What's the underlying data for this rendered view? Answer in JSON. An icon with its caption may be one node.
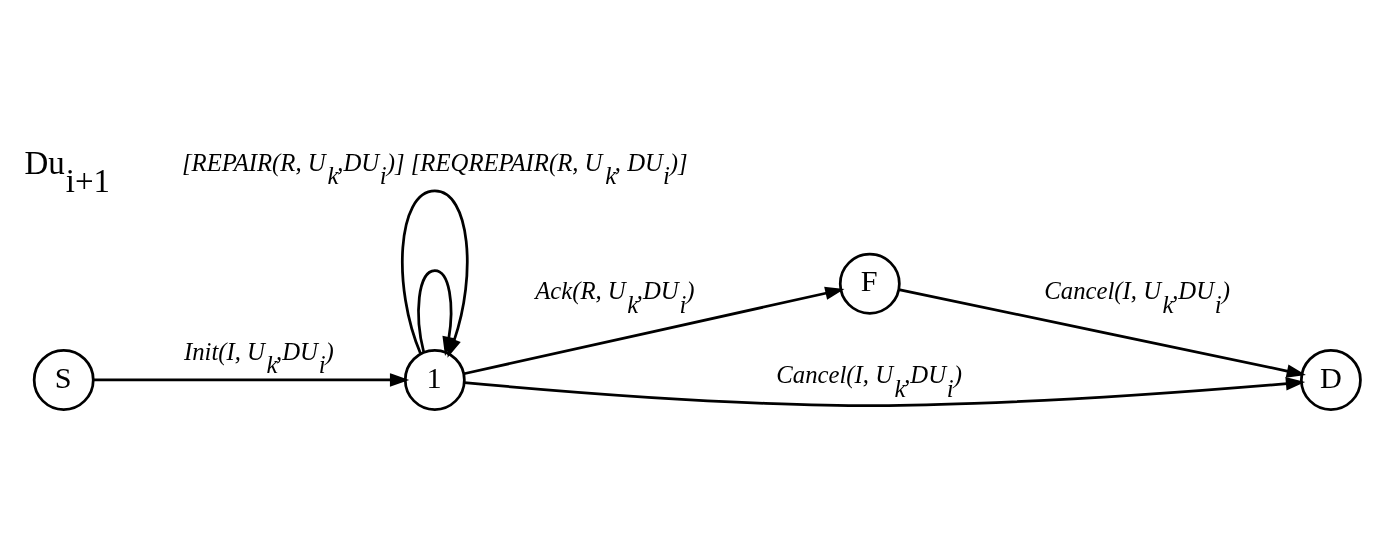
{
  "diagram": {
    "nodes": [
      {
        "text": [
          "S"
        ]
      },
      {
        "text": [
          "1"
        ]
      },
      {
        "text": [
          "F"
        ]
      },
      {
        "text": [
          "D"
        ]
      }
    ],
    "edges": [
      {
        "from": 0,
        "to": 1,
        "arrow": "to",
        "label": "Init(I, U$_{k}$,DU$_{i}$)"
      },
      {
        "from": 1,
        "to": 1,
        "arrow": "to"
      },
      {
        "from": 1,
        "to": 1,
        "arrow": "to",
        "label": "[REPAIR(R, U$_{k}$,DU$_{i}$)] [REQREPAIR(R, U$_{k}$, DU$_{i}$)]"
      },
      {
        "from": 1,
        "to": 2,
        "arrow": "to",
        "label": "Ack(R, U$_{k}$,DU$_{i}$)"
      },
      {
        "from": 1,
        "to": 3,
        "arrow": "to",
        "label": "Cancel(I, U$_{k}$,DU$_{i}$)"
      },
      {
        "from": 2,
        "to": 3,
        "arrow": "to",
        "label": "Cancel(I, U$_{k}$,DU$_{i}$)"
      }
    ],
    "labels": [
      "Du$_{i+1}$"
    ]
  }
}
